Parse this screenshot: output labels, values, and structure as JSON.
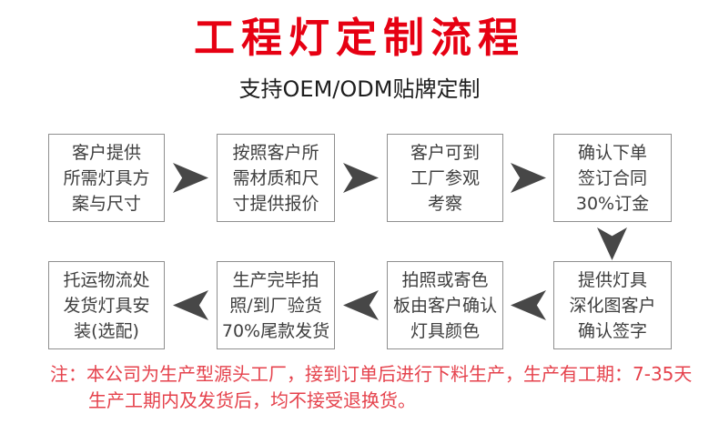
{
  "header": {
    "title": "工程灯定制流程",
    "subtitle": "支持OEM/ODM贴牌定制"
  },
  "flow": {
    "row1": [
      {
        "step": 1,
        "lines": [
          "客户提供",
          "所需灯具方",
          "案与尺寸"
        ]
      },
      {
        "step": 2,
        "lines": [
          "按照客户所",
          "需材质和尺",
          "寸提供报价"
        ]
      },
      {
        "step": 3,
        "lines": [
          "客户可到",
          "工厂参观",
          "考察"
        ]
      },
      {
        "step": 4,
        "lines": [
          "确认下单",
          "签订合同",
          "30%订金"
        ]
      }
    ],
    "row2": [
      {
        "step": 8,
        "lines": [
          "托运物流处",
          "发货灯具安",
          "装(选配)"
        ]
      },
      {
        "step": 7,
        "lines": [
          "生产完毕拍",
          "照/到厂验货",
          "70%尾款发货"
        ]
      },
      {
        "step": 6,
        "lines": [
          "拍照或寄色",
          "板由客户确认",
          "灯具颜色"
        ]
      },
      {
        "step": 5,
        "lines": [
          "提供灯具",
          "深化图客户",
          "确认签字"
        ]
      }
    ]
  },
  "note": {
    "line1": "注：本公司为生产型源头工厂，接到订单后进行下料生产，生产有工期：7-35天",
    "line2": "生产工期内及发货后，均不接受退换货。"
  },
  "icons": {
    "arrow_right": "right-chevron-arrow",
    "arrow_left": "left-chevron-arrow",
    "arrow_down": "down-chevron-arrow"
  },
  "colors": {
    "title_red": "#e60012",
    "note_red": "#e5424c",
    "box_border": "#8f8f8f",
    "box_text": "#3e3e3e",
    "arrow_gray": "#474747",
    "background": "#ffffff"
  }
}
